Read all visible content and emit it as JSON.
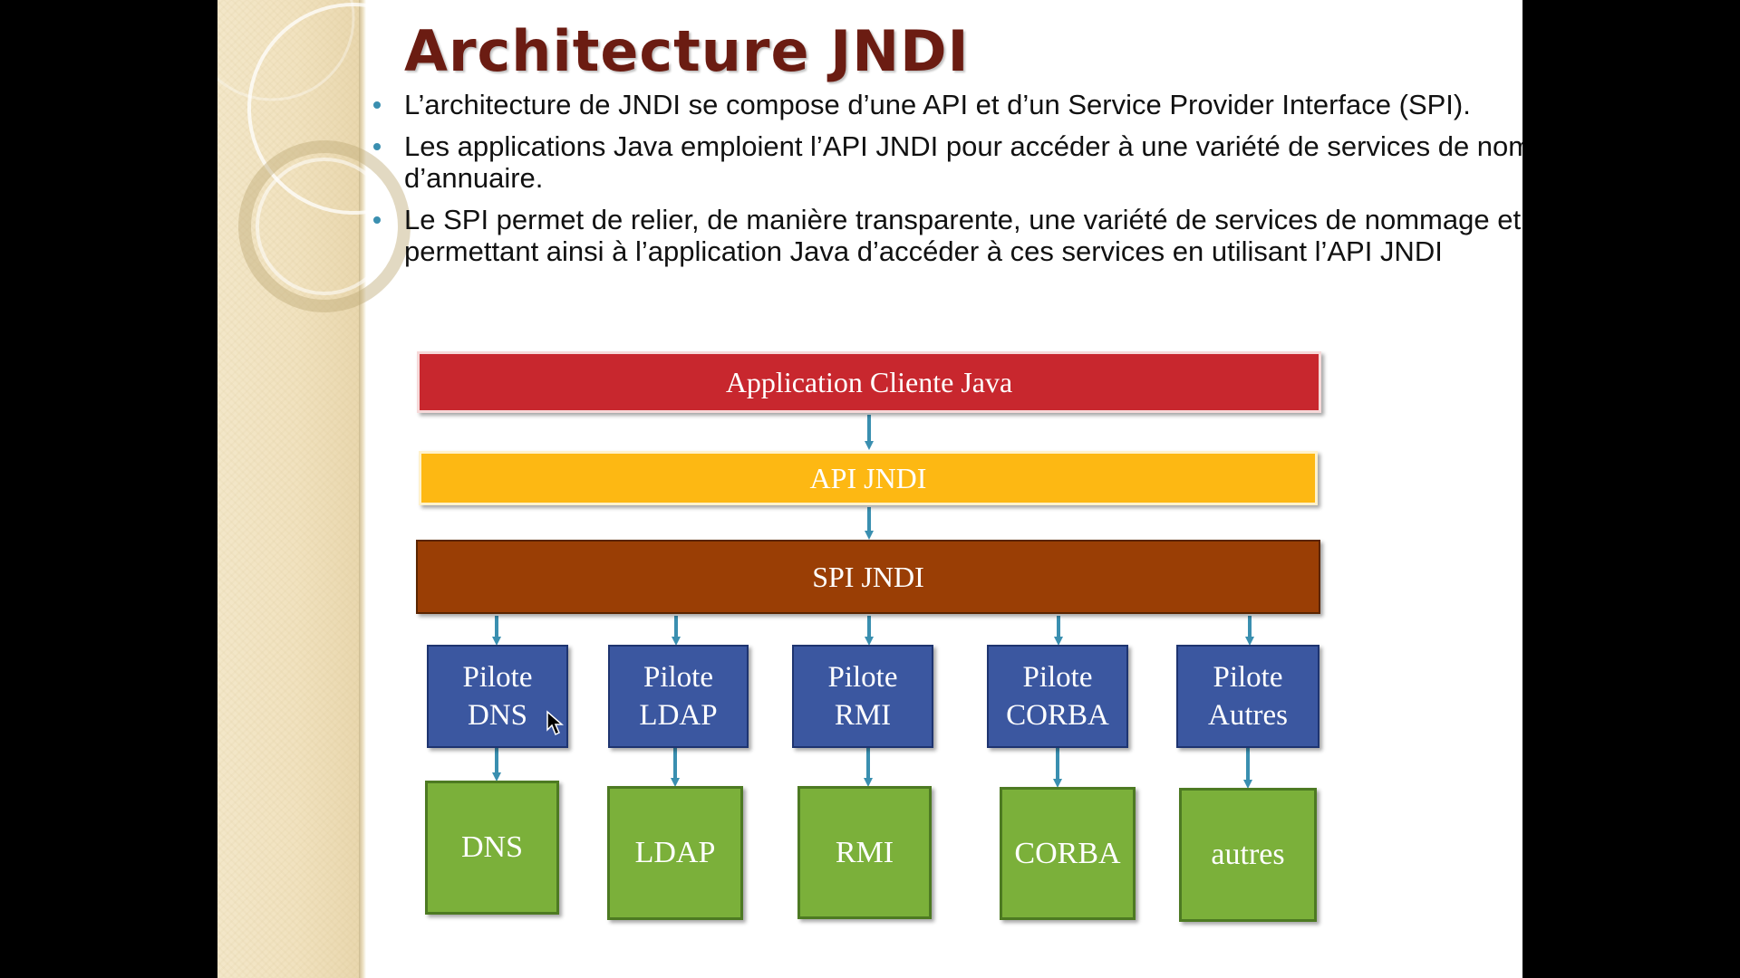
{
  "slide": {
    "title": "Architecture JNDI",
    "bullets": [
      "L’architecture de JNDI se compose d’une API et d’un Service Provider Interface (SPI).",
      "Les applications Java emploient l’API JNDI pour accéder à une variété de services de nommage et d’annuaire.",
      "Le SPI permet de relier, de manière transparente, une variété de services de nommage et d'annuaire ; permettant ainsi à l’application Java d’accéder à ces services en utilisant l’API JNDI"
    ]
  },
  "diagram": {
    "application": "Application Cliente Java",
    "api": "API JNDI",
    "spi": "SPI JNDI",
    "pilots": [
      {
        "line1": "Pilote",
        "line2": "DNS"
      },
      {
        "line1": "Pilote",
        "line2": "LDAP"
      },
      {
        "line1": "Pilote",
        "line2": "RMI"
      },
      {
        "line1": "Pilote",
        "line2": "CORBA"
      },
      {
        "line1": "Pilote",
        "line2": "Autres"
      }
    ],
    "services": [
      "DNS",
      "LDAP",
      "RMI",
      "CORBA",
      "autres"
    ]
  },
  "colors": {
    "title": "#6b1c12",
    "application": "#c8272e",
    "api": "#fdb813",
    "spi": "#9a3e05",
    "pilot": "#3b57a0",
    "service": "#7bb03a",
    "arrow": "#3a8fb0",
    "bullet": "#3a8fb0"
  }
}
